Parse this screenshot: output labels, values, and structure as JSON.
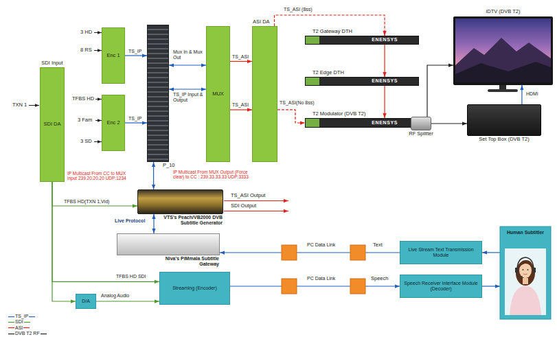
{
  "diagram": {
    "nodes": [
      {
        "text": [
          "SDI Input",
          "SDI DA"
        ]
      },
      {
        "text": [
          "Enc 1"
        ]
      },
      {
        "text": [
          "Enc 2"
        ]
      },
      {
        "text": [
          "P_10"
        ]
      },
      {
        "text": [
          "MUX"
        ]
      },
      {
        "text": [
          "ASI DA"
        ]
      },
      {
        "text": [
          "T2 Gateway DTH",
          "ENENSYS"
        ]
      },
      {
        "text": [
          "T2 Edge DTH",
          "ENENSYS"
        ]
      },
      {
        "text": [
          "T2 Modulator (DVB T2)",
          "ENENSYS"
        ]
      },
      {
        "text": [
          "RF Splitter"
        ]
      },
      {
        "text": [
          "iDTV (DVB T2)"
        ]
      },
      {
        "text": [
          "Set Top Box (DVB T2)"
        ]
      },
      {
        "text": [
          "VTS's Peach/VB2000 DVB Subtitle Generator"
        ]
      },
      {
        "text": [
          "Niva's PiMmala Subtitle Gateway"
        ]
      },
      {
        "text": [
          "Live Stream Text Transmission Module"
        ]
      },
      {
        "text": [
          "Human Subtitler"
        ]
      },
      {
        "text": [
          "D/A"
        ]
      },
      {
        "text": [
          "Streaming (Encoder)"
        ]
      },
      {
        "text": [
          "Speech Receiver Interface Module (Decoder)"
        ]
      }
    ],
    "edges": [
      {
        "from": 1,
        "to": 3,
        "label": "TS_IP",
        "arrow": "to"
      },
      {
        "from": 2,
        "to": 3,
        "label": "TS_IP",
        "arrow": "to"
      },
      {
        "from": 3,
        "to": 4,
        "label": "Mux In & Mux Out",
        "arrow": "both"
      },
      {
        "from": 3,
        "to": 4,
        "label": "TS_IP Input & Output",
        "arrow": "both"
      },
      {
        "from": 4,
        "to": 5,
        "label": "TS_ASI",
        "arrow": "to"
      },
      {
        "from": 4,
        "to": 5,
        "label": "TS_ASI",
        "arrow": "to"
      },
      {
        "from": 5,
        "to": 6,
        "label": "TS_ASI (8ss)",
        "arrow": "to"
      },
      {
        "from": 5,
        "to": 8,
        "label": "TS_ASI(No 8ss)",
        "arrow": "to"
      },
      {
        "from": 6,
        "to": 7,
        "arrow": "to"
      },
      {
        "from": 7,
        "to": 8,
        "arrow": "to"
      },
      {
        "from": 8,
        "to": 9,
        "arrow": "to"
      },
      {
        "from": 9,
        "to": 10,
        "arrow": "to"
      },
      {
        "from": 9,
        "to": 11,
        "arrow": "to"
      },
      {
        "from": 11,
        "to": 10,
        "label": "HDMi",
        "arrow": "to"
      },
      {
        "from": 3,
        "to": 12,
        "arrow": "both"
      },
      {
        "from": 0,
        "to": 12,
        "label": "TFBS HD(TXN 1,Vid)",
        "arrow": "to"
      },
      {
        "from": 12,
        "to": 13,
        "label": "Live Protocol",
        "arrow": "both"
      },
      {
        "from": 14,
        "to": 13,
        "label": "PC Data Link",
        "arrow": "to"
      },
      {
        "from": 15,
        "to": 14,
        "arrow": "to"
      },
      {
        "from": 0,
        "to": 16,
        "arrow": "to"
      },
      {
        "from": 0,
        "to": 17,
        "label": "TFBS HD SDI",
        "arrow": "to"
      },
      {
        "from": 16,
        "to": 17,
        "label": "Analog Audio",
        "arrow": "to"
      },
      {
        "from": 17,
        "to": 18,
        "label": "PC Data Link",
        "arrow": "to"
      },
      {
        "from": 18,
        "to": 15,
        "arrow": "to"
      }
    ],
    "labels": [
      "TXN 1",
      "3 HD",
      "8 RS",
      "TFBS HD",
      "3 Fam",
      "3 SD",
      "IP Multicast From CC to MUX input 239.20.20.20 UDP:1234",
      "IP Multicast From MUX Output (Force clear) to CC : 239.33.33.33 UDP:3333",
      "TS_ASI Output",
      "SDI Output",
      "Text",
      "Speech"
    ],
    "legend": [
      {
        "text": "TS_IP"
      },
      {
        "text": "SDI"
      },
      {
        "text": "ASI"
      },
      {
        "text": "DVB T2 RF"
      }
    ]
  }
}
